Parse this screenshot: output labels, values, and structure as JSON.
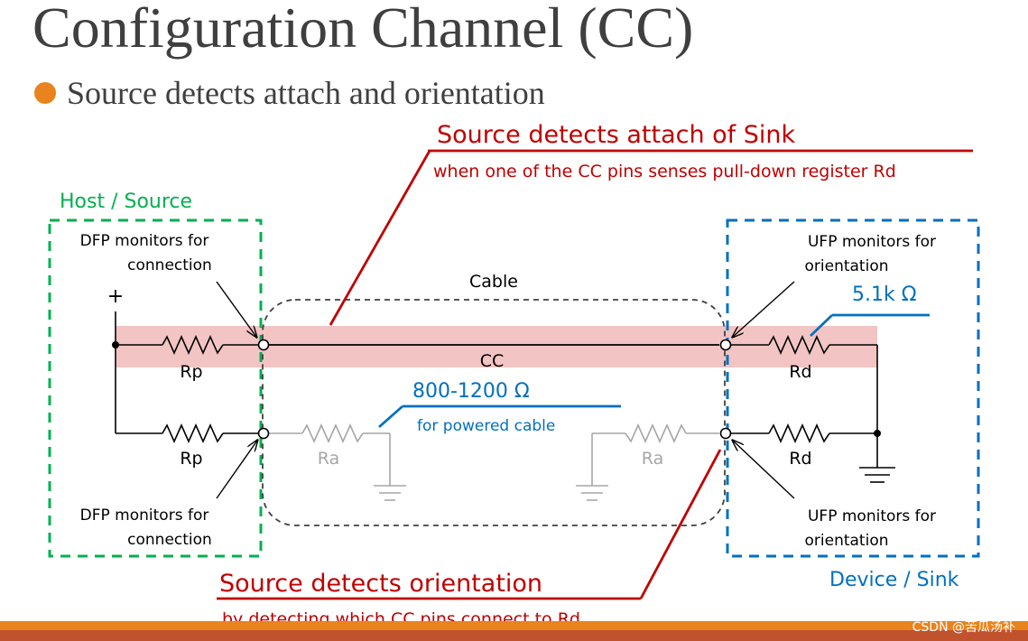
{
  "page": {
    "title": "Configuration Channel (CC)",
    "bullet": "Source detects attach and orientation"
  },
  "annotations": {
    "attach_heading": "Source detects attach of Sink",
    "attach_sub": "when one of the CC pins senses pull-down register Rd",
    "orientation_heading": "Source detects orientation",
    "orientation_sub": "by detecting which CC pins connect to Rd"
  },
  "host": {
    "label": "Host / Source",
    "monitor_top_1": "DFP monitors for",
    "monitor_top_2": "connection",
    "monitor_bottom_1": "DFP monitors for",
    "monitor_bottom_2": "connection",
    "plus": "+",
    "rp_top": "Rp",
    "rp_bottom": "Rp"
  },
  "cable": {
    "label": "Cable",
    "cc": "CC",
    "ra_left": "Ra",
    "ra_right": "Ra",
    "ohm": "800-1200 Ω",
    "powered": "for powered cable"
  },
  "device": {
    "label": "Device / Sink",
    "monitor_top_1": "UFP monitors for",
    "monitor_top_2": "orientation",
    "monitor_bottom_1": "UFP monitors for",
    "monitor_bottom_2": "orientation",
    "rd_value": "5.1k Ω",
    "rd_top": "Rd",
    "rd_bottom": "Rd"
  },
  "watermark": "CSDN @苦瓜汤补",
  "colors": {
    "title": "#3f3f3f",
    "bullet": "#e8831d",
    "annotation_red": "#c00000",
    "host_green": "#00b050",
    "device_blue": "#0070c0",
    "highlight": "#f2c4c4",
    "wire": "#000000",
    "faded": "#a6a6a6",
    "footer_orange": "#e8831d",
    "footer_brown": "#c0522e"
  }
}
